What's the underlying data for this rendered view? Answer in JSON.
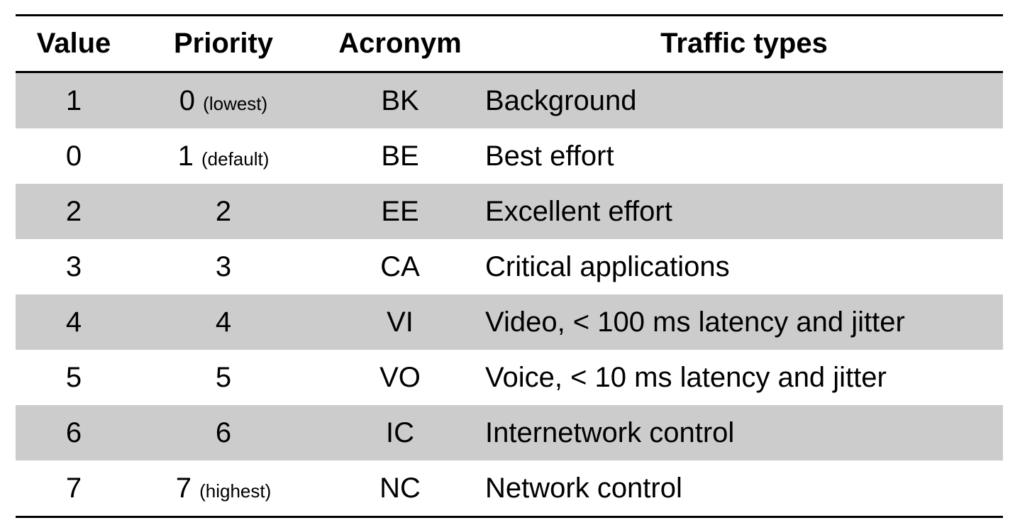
{
  "table": {
    "headers": {
      "value": "Value",
      "priority": "Priority",
      "acronym": "Acronym",
      "traffic": "Traffic types"
    },
    "rows": [
      {
        "value": "1",
        "priority": "0",
        "priority_note": "(lowest)",
        "acronym": "BK",
        "traffic": "Background"
      },
      {
        "value": "0",
        "priority": "1",
        "priority_note": "(default)",
        "acronym": "BE",
        "traffic": "Best effort"
      },
      {
        "value": "2",
        "priority": "2",
        "priority_note": "",
        "acronym": "EE",
        "traffic": "Excellent effort"
      },
      {
        "value": "3",
        "priority": "3",
        "priority_note": "",
        "acronym": "CA",
        "traffic": "Critical applications"
      },
      {
        "value": "4",
        "priority": "4",
        "priority_note": "",
        "acronym": "VI",
        "traffic": "Video, < 100 ms latency and jitter"
      },
      {
        "value": "5",
        "priority": "5",
        "priority_note": "",
        "acronym": "VO",
        "traffic": "Voice, < 10 ms latency and jitter"
      },
      {
        "value": "6",
        "priority": "6",
        "priority_note": "",
        "acronym": "IC",
        "traffic": "Internetwork control"
      },
      {
        "value": "7",
        "priority": "7",
        "priority_note": "(highest)",
        "acronym": "NC",
        "traffic": "Network control"
      }
    ]
  },
  "colors": {
    "shaded_row": "#cccccc",
    "rule": "#000000"
  }
}
